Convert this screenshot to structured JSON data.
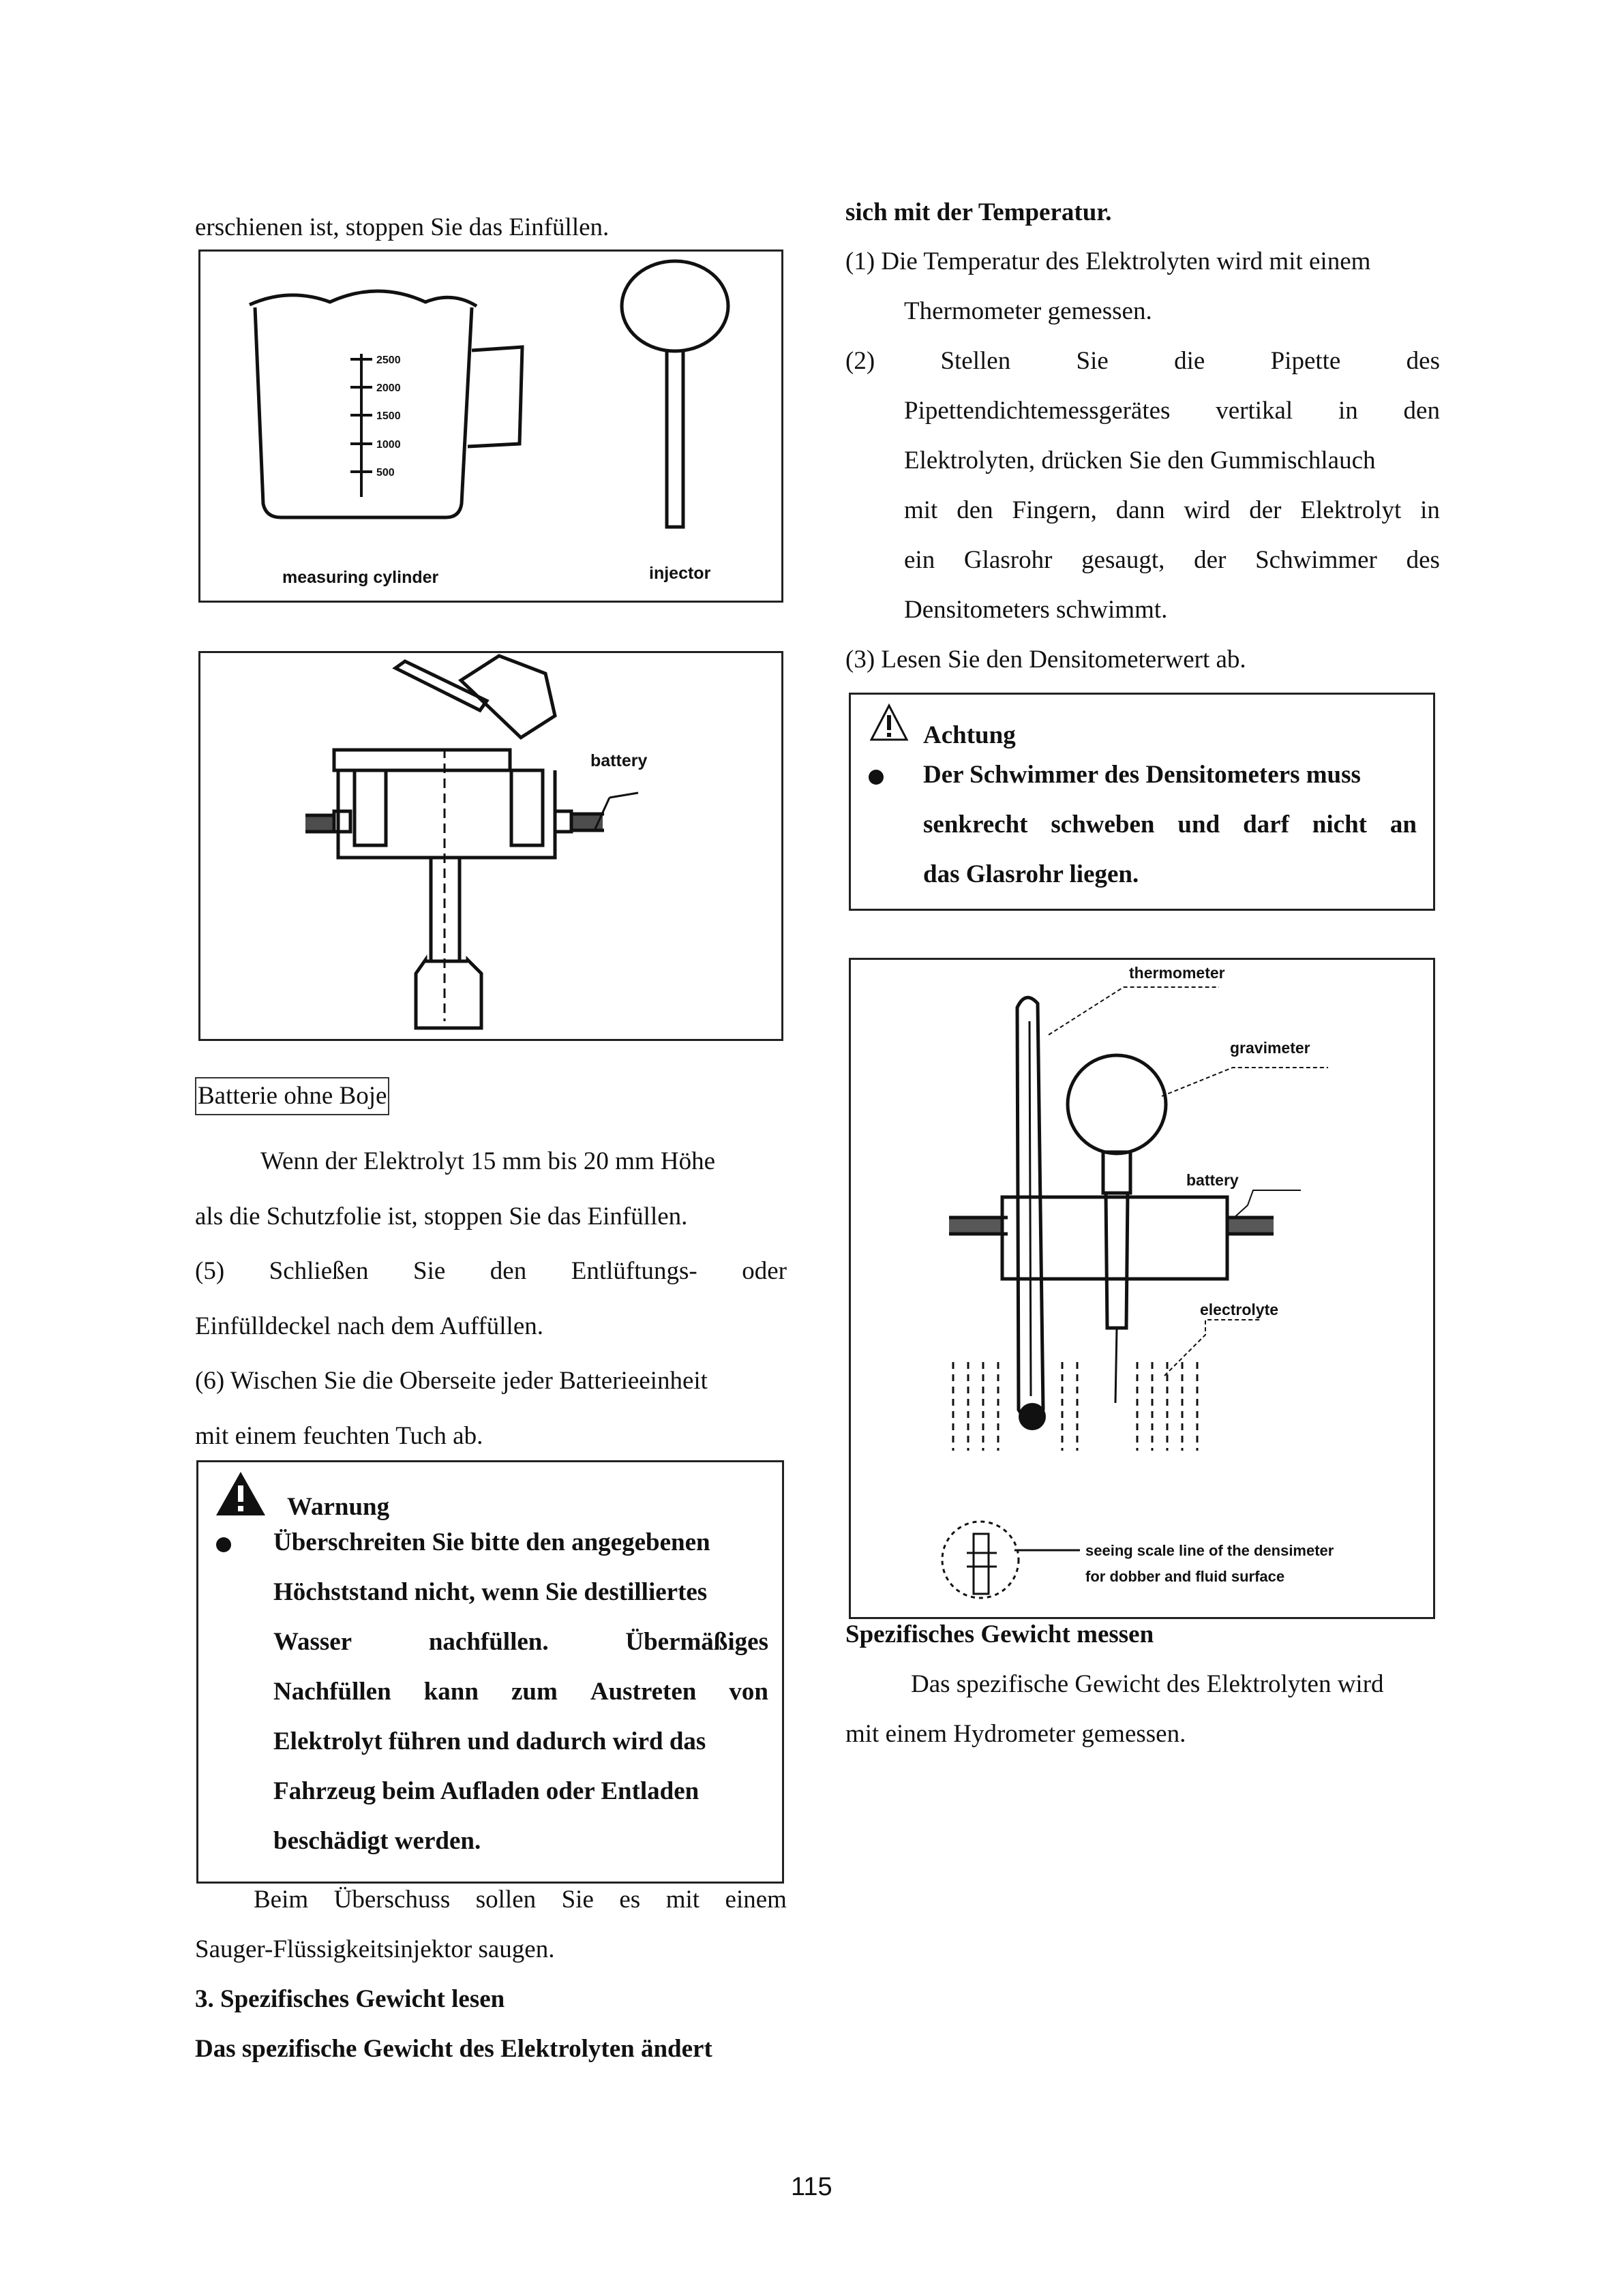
{
  "left": {
    "intro": "erschienen ist, stoppen Sie das Einfüllen.",
    "fig1": {
      "label_cylinder": "measuring cylinder",
      "label_injector": "injector",
      "scale": [
        "2500",
        "2000",
        "1500",
        "1000",
        "500"
      ]
    },
    "fig2": {
      "label_battery": "battery"
    },
    "caption_box": "Batterie ohne Boje",
    "para1_l1": "Wenn der Elektrolyt 15 mm bis 20 mm Höhe",
    "para1_l2": "als die Schutzfolie ist, stoppen Sie das Einfüllen.",
    "step5_words": [
      "(5)",
      "Schließen",
      "Sie",
      "den",
      "Entlüftungs-",
      "oder"
    ],
    "step5_l2": "Einfülldeckel nach dem Auffüllen.",
    "step6_l1": "(6) Wischen Sie die Oberseite jeder Batterieeinheit",
    "step6_l2": "mit einem feuchten Tuch ab.",
    "warning": {
      "title": "Warnung",
      "lines": [
        "Überschreiten Sie bitte den angegebenen",
        "Höchststand nicht, wenn Sie destilliertes",
        [
          "Wasser",
          "nachfüllen.",
          "Übermäßiges"
        ],
        [
          "Nachfüllen",
          "kann",
          "zum",
          "Austreten",
          "von"
        ],
        "Elektrolyt führen und dadurch wird das",
        "Fahrzeug beim Aufladen oder Entladen",
        "beschädigt werden."
      ]
    },
    "excess_words": [
      "Beim",
      "Überschuss",
      "sollen",
      "Sie",
      "es",
      "mit",
      "einem"
    ],
    "excess_l2": "Sauger-Flüssigkeitsinjektor saugen.",
    "heading3": "3. Spezifisches Gewicht lesen",
    "heading3_sub": "Das spezifische Gewicht des Elektrolyten ändert"
  },
  "right": {
    "cont": "sich mit der Temperatur.",
    "item1_l1": "(1) Die Temperatur des Elektrolyten wird mit einem",
    "item1_l2": "Thermometer gemessen.",
    "item2_words": [
      "(2)",
      "Stellen",
      "Sie",
      "die",
      "Pipette",
      "des"
    ],
    "item2_lines": [
      [
        "Pipettendichtemessgerätes",
        "vertikal",
        "in",
        "den"
      ],
      "Elektrolyten, drücken Sie den Gummischlauch",
      [
        "mit",
        "den",
        "Fingern,",
        "dann",
        "wird",
        "der",
        "Elektrolyt",
        "in"
      ],
      [
        "ein",
        "Glasrohr",
        "gesaugt,",
        "der",
        "Schwimmer",
        "des"
      ],
      "Densitometers schwimmt."
    ],
    "item3": "(3) Lesen Sie den Densitometerwert ab.",
    "caution": {
      "title": "Achtung",
      "lines": [
        "Der Schwimmer des Densitometers muss",
        [
          "senkrecht",
          "schweben",
          "und",
          "darf",
          "nicht",
          "an"
        ],
        "das Glasrohr liegen."
      ]
    },
    "fig3": {
      "thermometer": "thermometer",
      "gravimeter": "gravimeter",
      "battery": "battery",
      "electrolyte": "electrolyte",
      "note_l1": "seeing scale line of the densimeter",
      "note_l2": "for dobber and fluid surface"
    },
    "fig3_caption": "Spezifisches Gewicht messen",
    "para_l1": "Das spezifische Gewicht des Elektrolyten wird",
    "para_l2": "mit einem Hydrometer gemessen."
  },
  "page_number": "115"
}
